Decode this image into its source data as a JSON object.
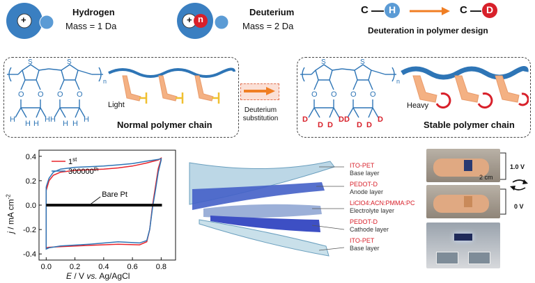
{
  "top": {
    "hydrogen": {
      "name": "Hydrogen",
      "mass": "Mass = 1 Da",
      "nucleus_symbol": "+"
    },
    "deuterium": {
      "name": "Deuterium",
      "mass": "Mass = 2 Da",
      "nucleus_symbol": "+",
      "neutron_symbol": "n"
    },
    "deuteration": {
      "c_left": "C",
      "h": "H",
      "c_right": "C",
      "d": "D",
      "caption": "Deuteration in polymer design"
    }
  },
  "colors": {
    "proton": "#3a7fc1",
    "electron": "#5b9bd5",
    "neutron": "#d8202a",
    "orange": "#f07e23",
    "chain": "#2e75b6",
    "arm": "#f4b183",
    "light": "#f0c030",
    "heavy": "#d8202a"
  },
  "left_panel": {
    "ring_atom": "S",
    "subscript_n": "n",
    "h_labels": [
      "H",
      "H",
      "H",
      "H",
      "H",
      "H",
      "H",
      "H"
    ],
    "light_label": "Light",
    "chain_label": "Normal polymer chain"
  },
  "middle": {
    "label_line1": "Deuterium",
    "label_line2": "substitution"
  },
  "right_panel": {
    "ring_atom": "S",
    "subscript_n": "n",
    "d_labels": [
      "D",
      "D",
      "D",
      "D",
      "D",
      "D",
      "D",
      "D"
    ],
    "heavy_label": "Heavy",
    "chain_label": "Stable polymer chain"
  },
  "chart_data": {
    "type": "line",
    "xlabel": "E / V vs. Ag/AgCl",
    "ylabel": "j / mA cm-2",
    "x_ticks": [
      "0.0",
      "0.2",
      "0.4",
      "0.6",
      "0.8"
    ],
    "y_ticks": [
      "0.4",
      "0.2",
      "0.0",
      "-0.2",
      "-0.4"
    ],
    "xlim": [
      -0.05,
      0.9
    ],
    "ylim": [
      -0.45,
      0.45
    ],
    "annotation": "Bare Pt",
    "series": [
      {
        "name": "1st",
        "color": "#e8232a",
        "upper": [
          [
            0.0,
            0.12
          ],
          [
            0.02,
            0.2
          ],
          [
            0.05,
            0.245
          ],
          [
            0.1,
            0.27
          ],
          [
            0.2,
            0.285
          ],
          [
            0.3,
            0.29
          ],
          [
            0.4,
            0.295
          ],
          [
            0.5,
            0.305
          ],
          [
            0.6,
            0.32
          ],
          [
            0.7,
            0.345
          ],
          [
            0.78,
            0.37
          ],
          [
            0.8,
            0.385
          ]
        ],
        "lower": [
          [
            0.8,
            0.38
          ],
          [
            0.78,
            0.3
          ],
          [
            0.76,
            0.15
          ],
          [
            0.74,
            0.0
          ],
          [
            0.72,
            -0.2
          ],
          [
            0.7,
            -0.3
          ],
          [
            0.65,
            -0.325
          ],
          [
            0.5,
            -0.32
          ],
          [
            0.3,
            -0.33
          ],
          [
            0.1,
            -0.34
          ],
          [
            0.02,
            -0.345
          ],
          [
            0.0,
            -0.35
          ],
          [
            0.0,
            0.12
          ]
        ]
      },
      {
        "name": "300000th",
        "color": "#2e75b6",
        "upper": [
          [
            0.0,
            0.15
          ],
          [
            0.02,
            0.22
          ],
          [
            0.05,
            0.27
          ],
          [
            0.1,
            0.295
          ],
          [
            0.2,
            0.31
          ],
          [
            0.3,
            0.315
          ],
          [
            0.4,
            0.32
          ],
          [
            0.5,
            0.33
          ],
          [
            0.6,
            0.34
          ],
          [
            0.7,
            0.36
          ],
          [
            0.78,
            0.375
          ],
          [
            0.8,
            0.38
          ]
        ],
        "lower": [
          [
            0.8,
            0.37
          ],
          [
            0.78,
            0.27
          ],
          [
            0.76,
            0.12
          ],
          [
            0.74,
            -0.02
          ],
          [
            0.72,
            -0.2
          ],
          [
            0.7,
            -0.29
          ],
          [
            0.65,
            -0.31
          ],
          [
            0.5,
            -0.3
          ],
          [
            0.3,
            -0.32
          ],
          [
            0.1,
            -0.335
          ],
          [
            0.02,
            -0.35
          ],
          [
            0.0,
            -0.36
          ],
          [
            0.0,
            0.15
          ]
        ]
      },
      {
        "name": "Bare Pt",
        "color": "#111111",
        "upper": [
          [
            0.0,
            0.005
          ],
          [
            0.8,
            0.005
          ]
        ],
        "lower": [
          [
            0.8,
            -0.005
          ],
          [
            0.0,
            -0.005
          ]
        ]
      }
    ],
    "legend": [
      {
        "label": "1",
        "sup": "st",
        "color": "#e8232a"
      },
      {
        "label": "300000",
        "sup": "th",
        "color": "#2e75b6"
      }
    ]
  },
  "device": {
    "layers": [
      {
        "line1": "ITO-PET",
        "line2": "Base layer"
      },
      {
        "line1": "PEDOT-D",
        "line2": "Anode layer"
      },
      {
        "line1": "LiClO4:ACN:PMMA:PC",
        "line2": "Electrolyte layer"
      },
      {
        "line1": "PEDOT-D",
        "line2": "Cathode layer"
      },
      {
        "line1": "ITO-PET",
        "line2": "Base layer"
      }
    ]
  },
  "photos": {
    "voltage_top": "1.0 V",
    "voltage_bottom": "0 V",
    "scale": "2 cm"
  }
}
